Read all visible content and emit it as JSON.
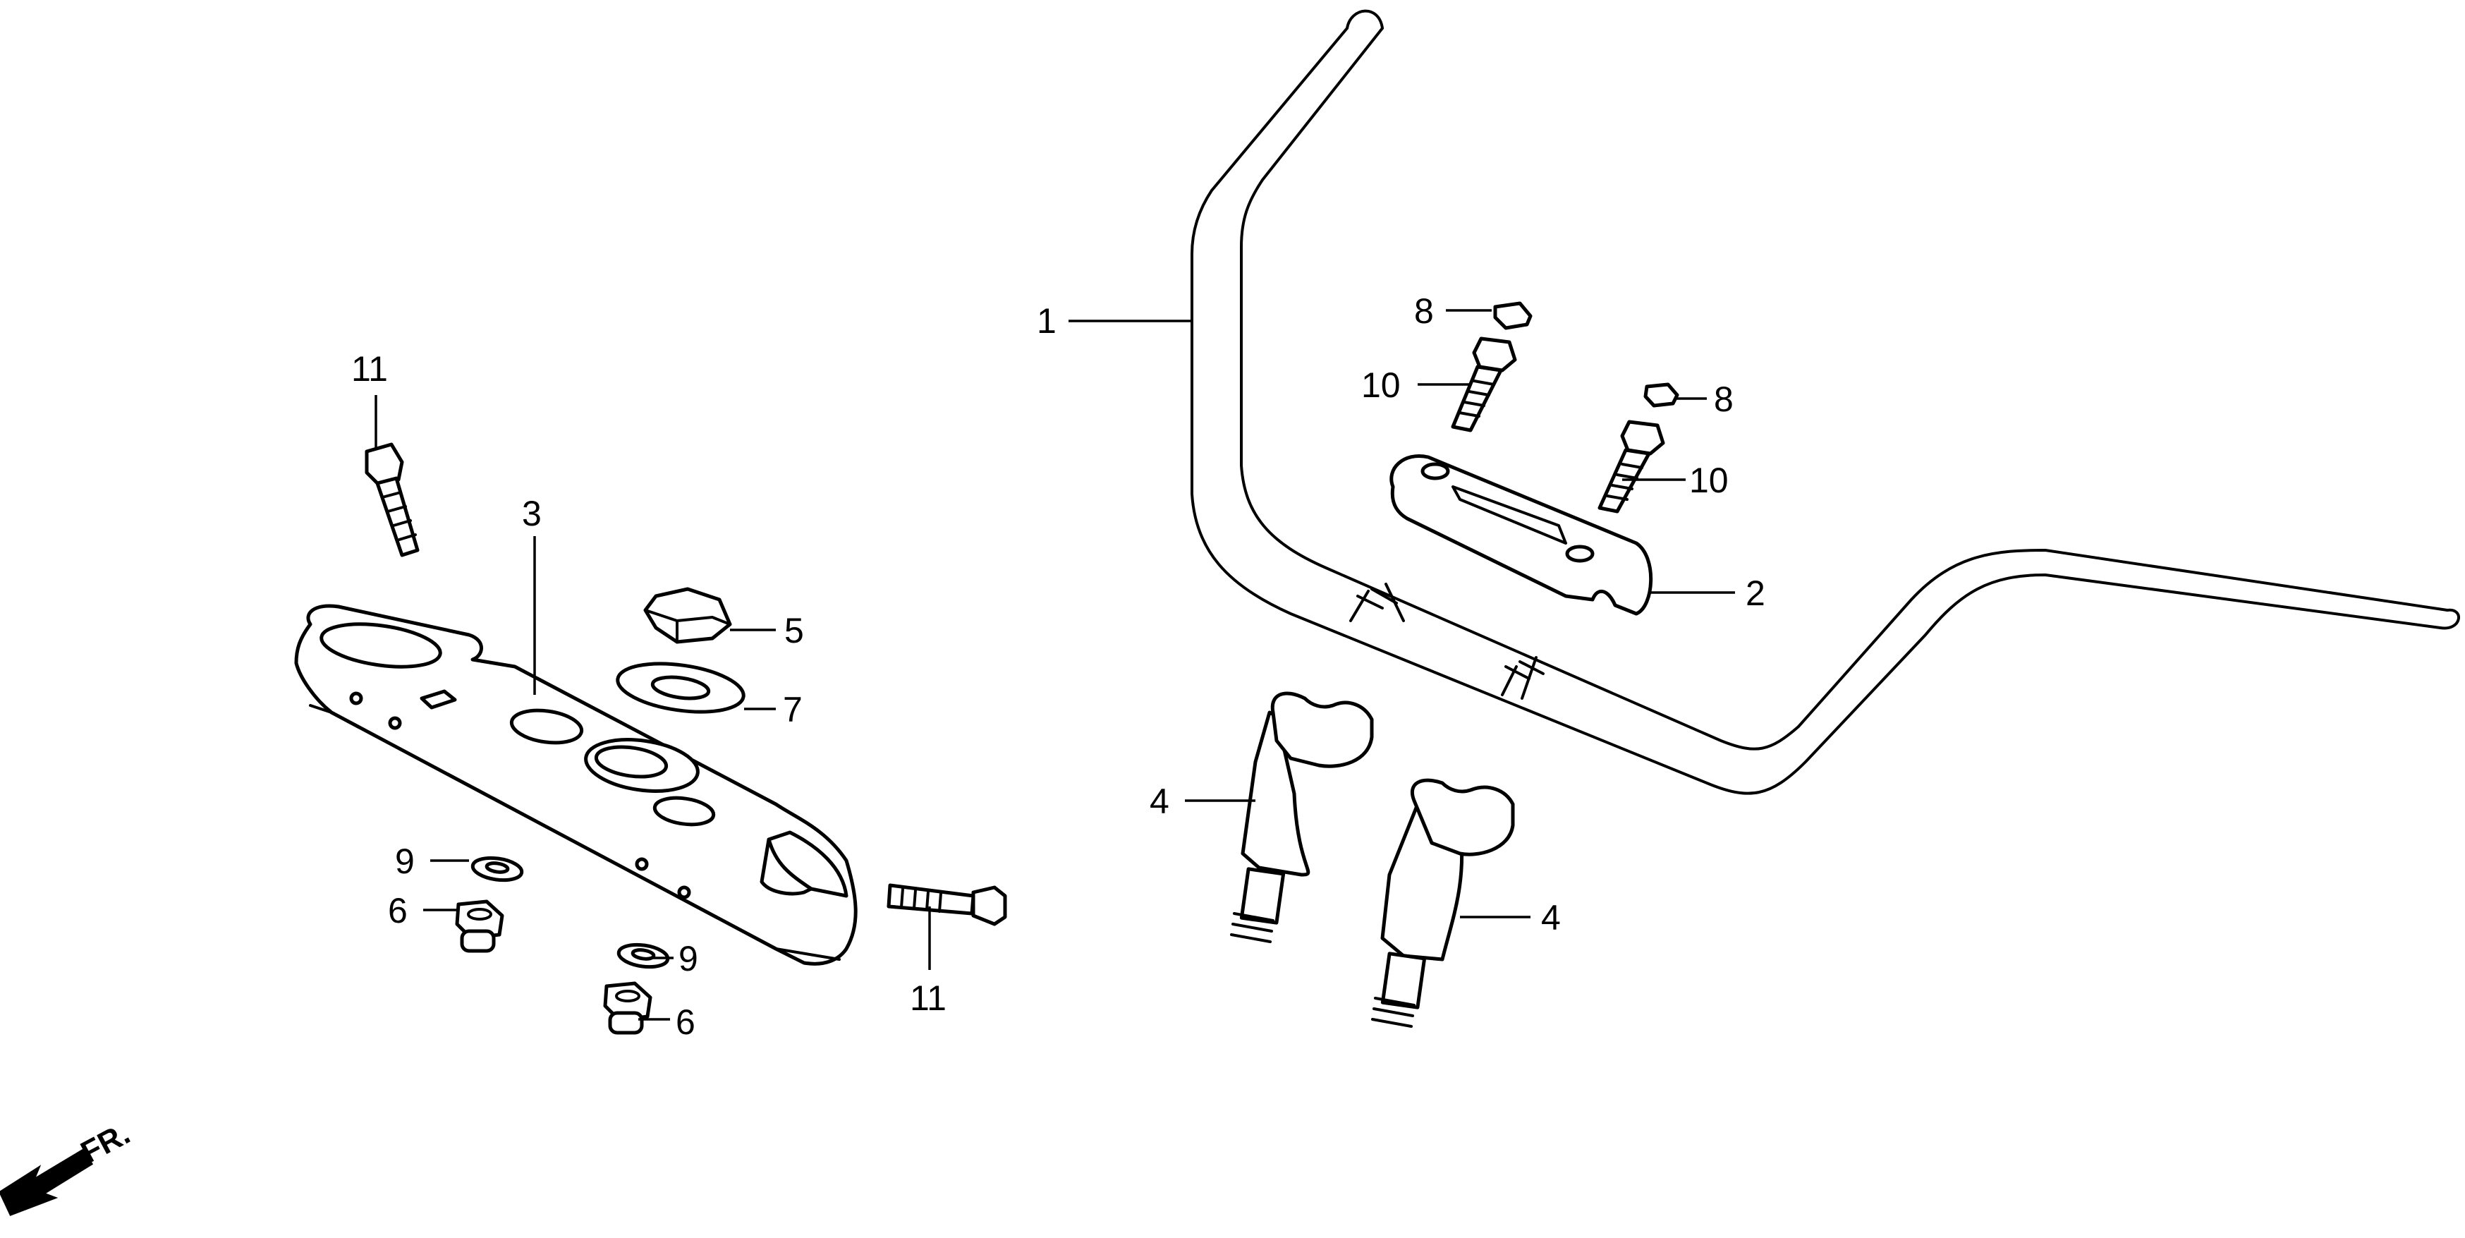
{
  "diagram": {
    "part_labels": {
      "handlebar": "1",
      "upper_holder": "2",
      "top_bridge": "3",
      "lower_holder_left": "4",
      "lower_holder_right": "4",
      "stem_nut": "5",
      "nut_left": "6",
      "nut_center": "6",
      "washer_plate": "7",
      "cap_left": "8",
      "cap_right": "8",
      "washer_left": "9",
      "washer_center": "9",
      "bolt_left": "10",
      "bolt_right": "10",
      "bolt_top_left": "11",
      "bolt_bottom": "11"
    },
    "direction_indicator": "FR."
  }
}
